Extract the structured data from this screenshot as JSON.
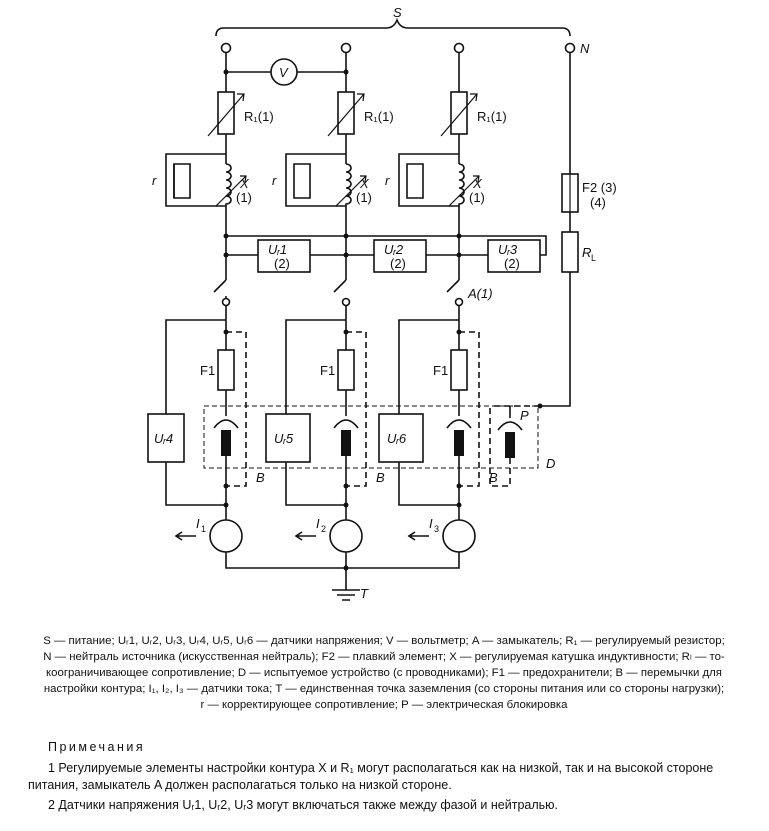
{
  "diagram": {
    "supply_label": "S",
    "neutral_label": "N",
    "voltmeter_label": "V",
    "resistor_label": "R₁(1)",
    "inductor_label": "X",
    "inductor_note": "(1)",
    "corrective_label": "r",
    "sensors_top": [
      {
        "label": "Uᵣ1",
        "note": "(2)"
      },
      {
        "label": "Uᵣ2",
        "note": "(2)"
      },
      {
        "label": "Uᵣ3",
        "note": "(2)"
      }
    ],
    "sensors_bottom": [
      "Uᵣ4",
      "Uᵣ5",
      "Uᵣ6"
    ],
    "fuse_label": "F1",
    "fuse2_label": "F2 (3)",
    "fuse2_note": "(4)",
    "load_resistor_label": "R",
    "load_resistor_sub": "L",
    "switch_label": "A(1)",
    "jumper_label": "B",
    "interlock_label": "P",
    "dut_label": "D",
    "current_sensors": [
      {
        "label": "I",
        "sub": "1"
      },
      {
        "label": "I",
        "sub": "2"
      },
      {
        "label": "I",
        "sub": "3"
      }
    ],
    "ground_label": "T"
  },
  "caption": [
    "S — питание; Uᵣ1, Uᵣ2, Uᵣ3, Uᵣ4, Uᵣ5, Uᵣ6 — датчики напряжения; V — вольтметр; A — замыкатель; R₁ — регулируемый резистор;",
    "N — нейтраль источника (искусственная нейтраль); F2 — плавкий элемент; X — регулируемая катушка индуктивности; Rₗ — то-",
    "коограничивающее сопротивление; D — испытуемое устройство (с проводниками); F1 — предохранители; B — перемычки для",
    "настройки контура; I₁, I₂, I₃ — датчики тока; T — единственная точка заземления (со стороны питания или со стороны нагрузки);",
    "r — корректирующее сопротивление; P — электрическая блокировка"
  ],
  "notes": {
    "title": "Примечания",
    "items": [
      "1 Регулируемые элементы настройки контура X и R₁ могут располагаться как на низкой, так и на высокой стороне питания, замыкатель A должен располагаться только на низкой стороне.",
      "2 Датчики напряжения Uᵣ1, Uᵣ2, Uᵣ3 могут включаться также между фазой и нейтралью."
    ]
  }
}
